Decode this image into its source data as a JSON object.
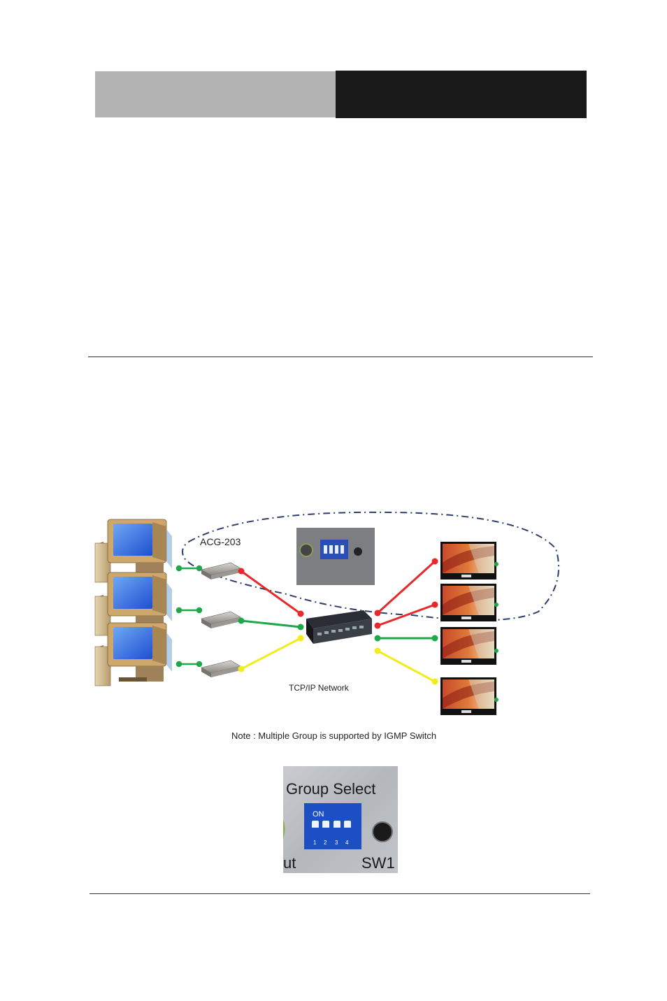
{
  "diagram": {
    "device_label": "ACG-203",
    "network_label": "TCP/IP Network",
    "note": "Note : Multiple  Group is supported  by IGMP Switch",
    "colors": {
      "red": "#e8282b",
      "green": "#1fa84a",
      "yellow": "#f3ec1c",
      "loop": "#2c3e6a"
    }
  },
  "photo": {
    "title": "Group Select",
    "switch_on": "ON",
    "switch_numbers": [
      "1",
      "2",
      "3",
      "4"
    ],
    "left_label": "ut",
    "right_label": "SW1"
  }
}
